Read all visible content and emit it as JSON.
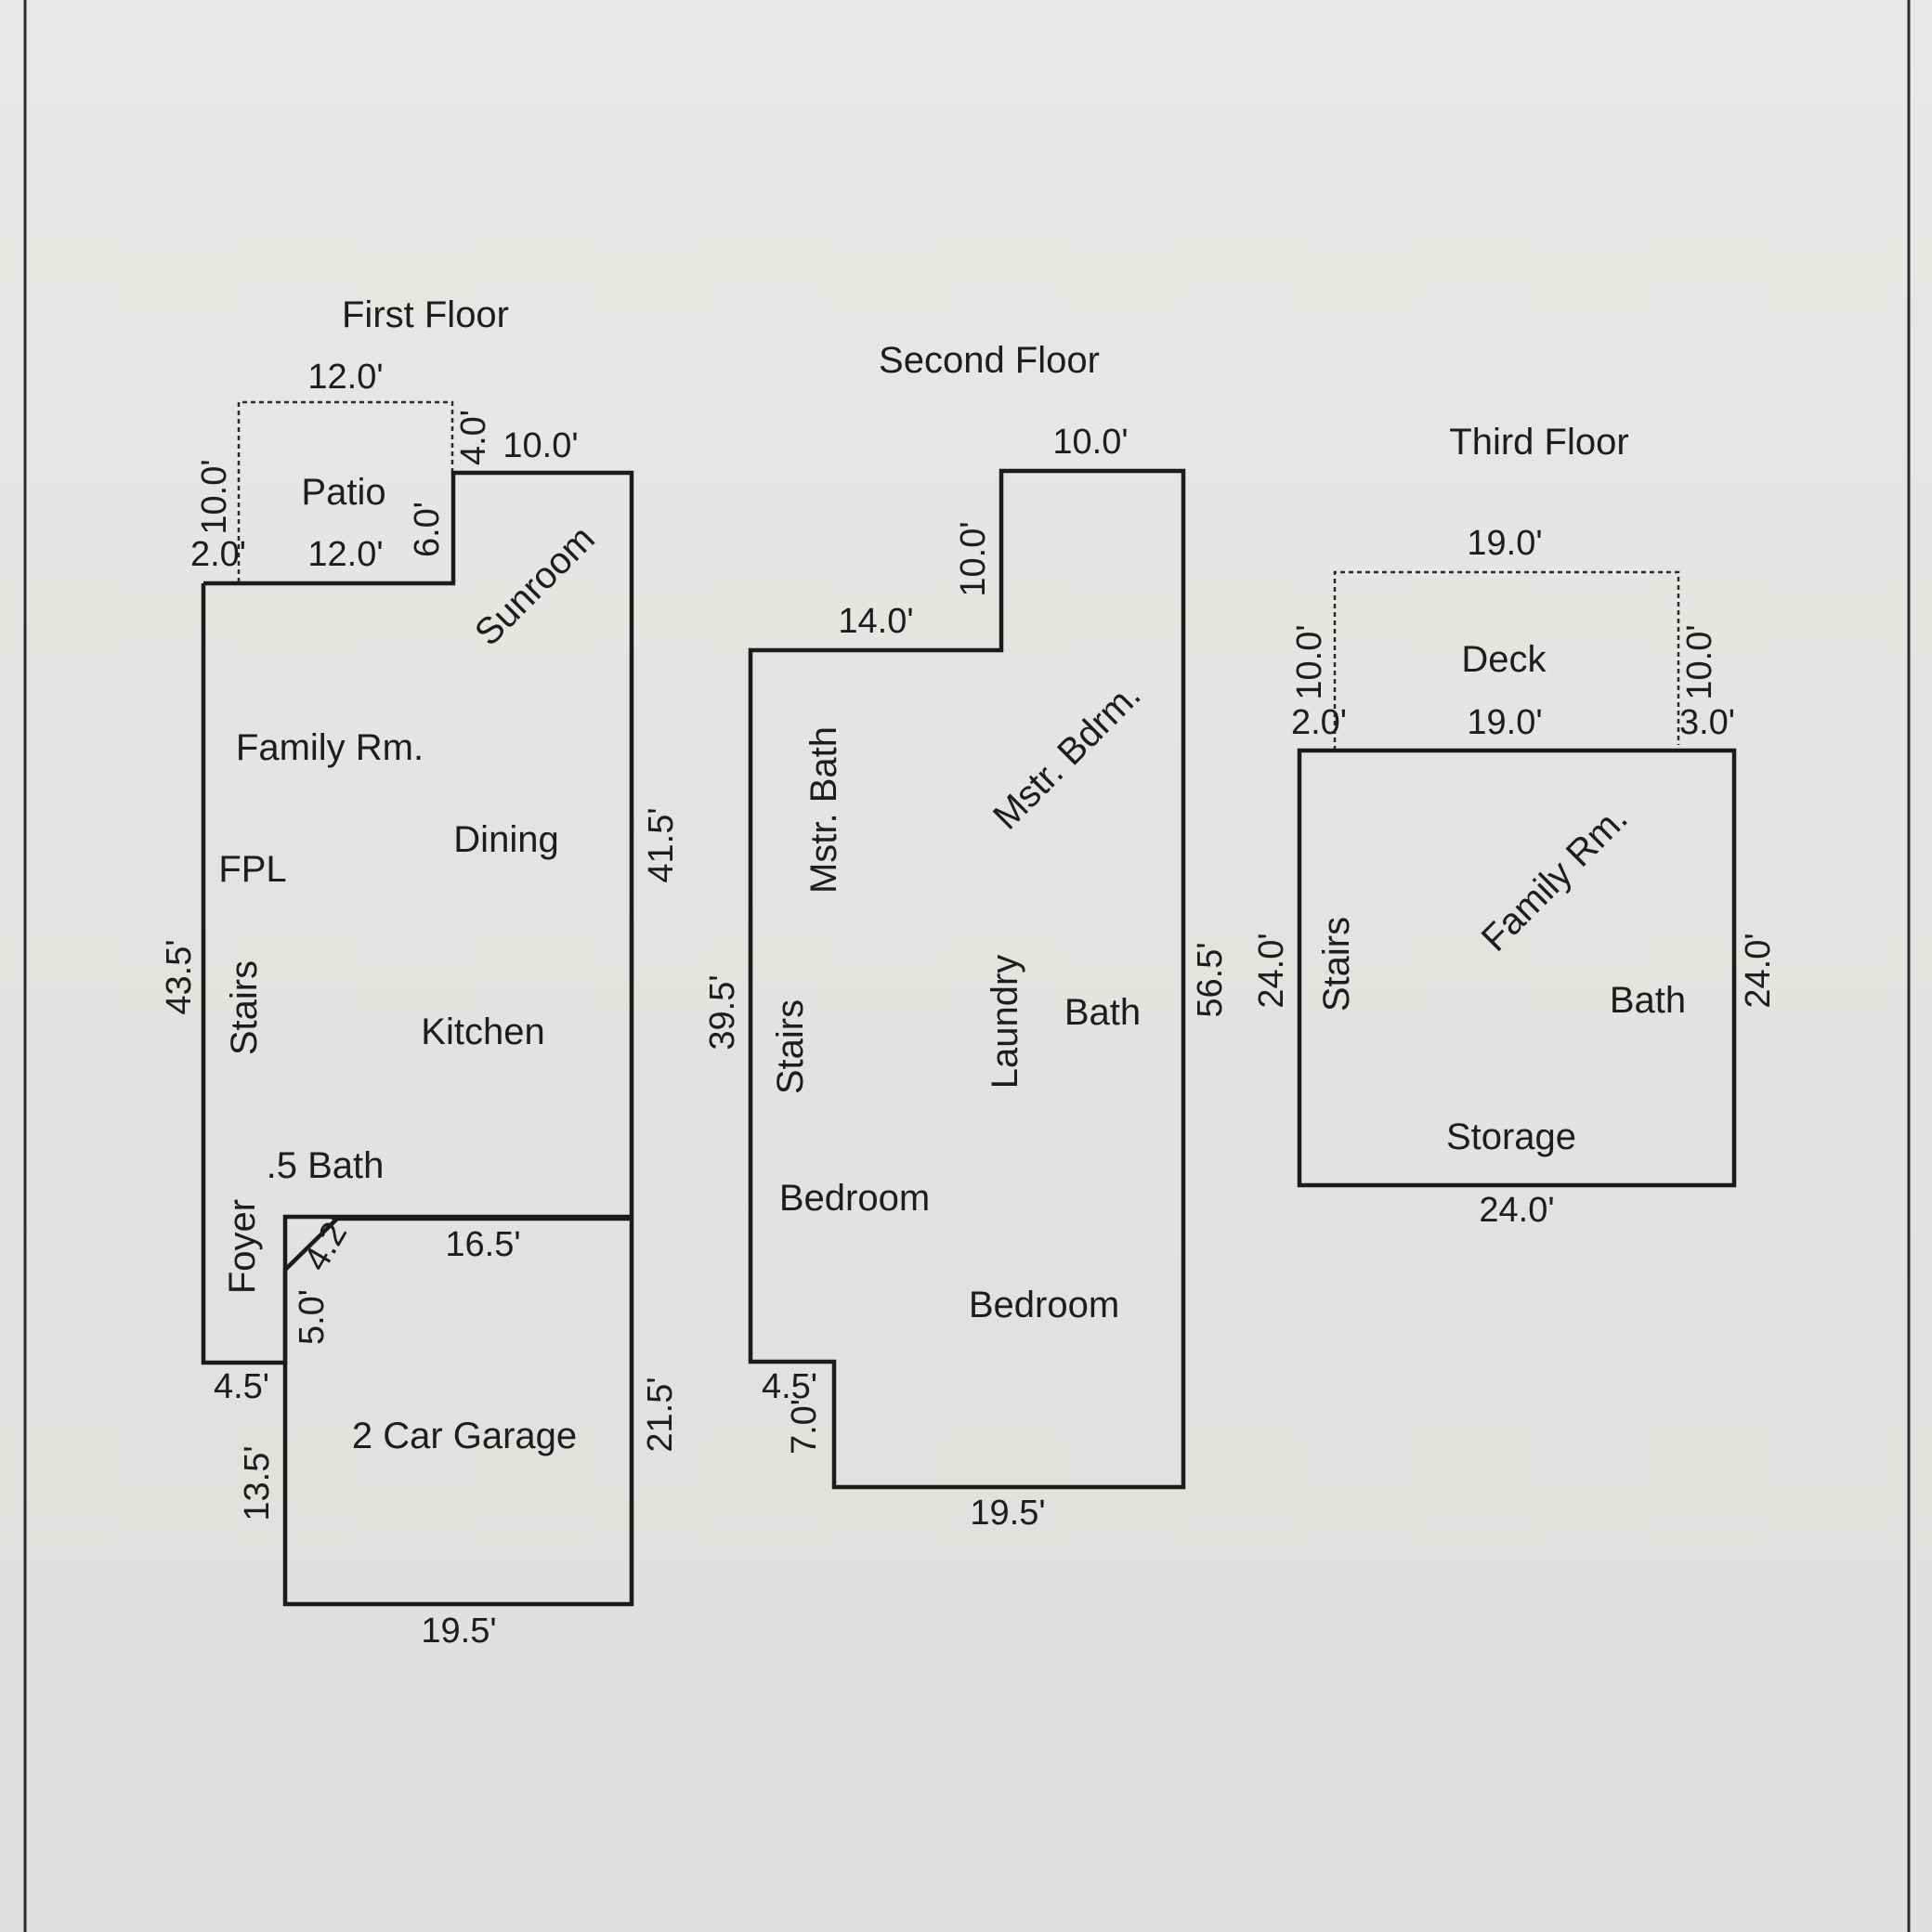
{
  "colors": {
    "paper": "#e4e5e2",
    "ink": "#1b1b1b",
    "border": "#2a2a33"
  },
  "floors": {
    "first": {
      "title": "First Floor",
      "rooms": {
        "patio": "Patio",
        "sunroom": "Sunroom",
        "family": "Family Rm.",
        "dining": "Dining",
        "fpl": "FPL",
        "stairs": "Stairs",
        "kitchen": "Kitchen",
        "half_bath": ".5 Bath",
        "foyer": "Foyer",
        "garage": "2 Car Garage"
      },
      "dims": {
        "patio_top": "12.0'",
        "patio_bottom": "12.0'",
        "patio_left": "10.0'",
        "patio_left_small": "2.0'",
        "patio_right_upper": "4.0'",
        "patio_right_lower": "6.0'",
        "sunroom_top": "10.0'",
        "left": "43.5'",
        "right": "41.5'",
        "garage_top": "16.5'",
        "garage_diag": "4.2'",
        "garage_inner": "5.0'",
        "step_bottom": "4.5'",
        "garage_left": "13.5'",
        "garage_right": "21.5'",
        "garage_bottom": "19.5'"
      }
    },
    "second": {
      "title": "Second Floor",
      "rooms": {
        "mstr_bath": "Mstr. Bath",
        "mstr_bdrm": "Mstr. Bdrm.",
        "stairs": "Stairs",
        "laundry": "Laundry",
        "bath": "Bath",
        "bedroom1": "Bedroom",
        "bedroom2": "Bedroom"
      },
      "dims": {
        "top": "10.0'",
        "step_vertical": "10.0'",
        "step_horizontal": "14.0'",
        "left": "39.5'",
        "right": "56.5'",
        "notch_h": "4.5'",
        "notch_v": "7.0'",
        "bottom": "19.5'"
      }
    },
    "third": {
      "title": "Third Floor",
      "rooms": {
        "deck": "Deck",
        "stairs": "Stairs",
        "family": "Family Rm.",
        "bath": "Bath",
        "storage": "Storage"
      },
      "dims": {
        "deck_top": "19.0'",
        "deck_bottom": "19.0'",
        "deck_left": "10.0'",
        "deck_left_small": "2.0'",
        "deck_right": "10.0'",
        "deck_right_small": "3.0'",
        "left": "24.0'",
        "right": "24.0'",
        "bottom": "24.0'"
      }
    }
  }
}
